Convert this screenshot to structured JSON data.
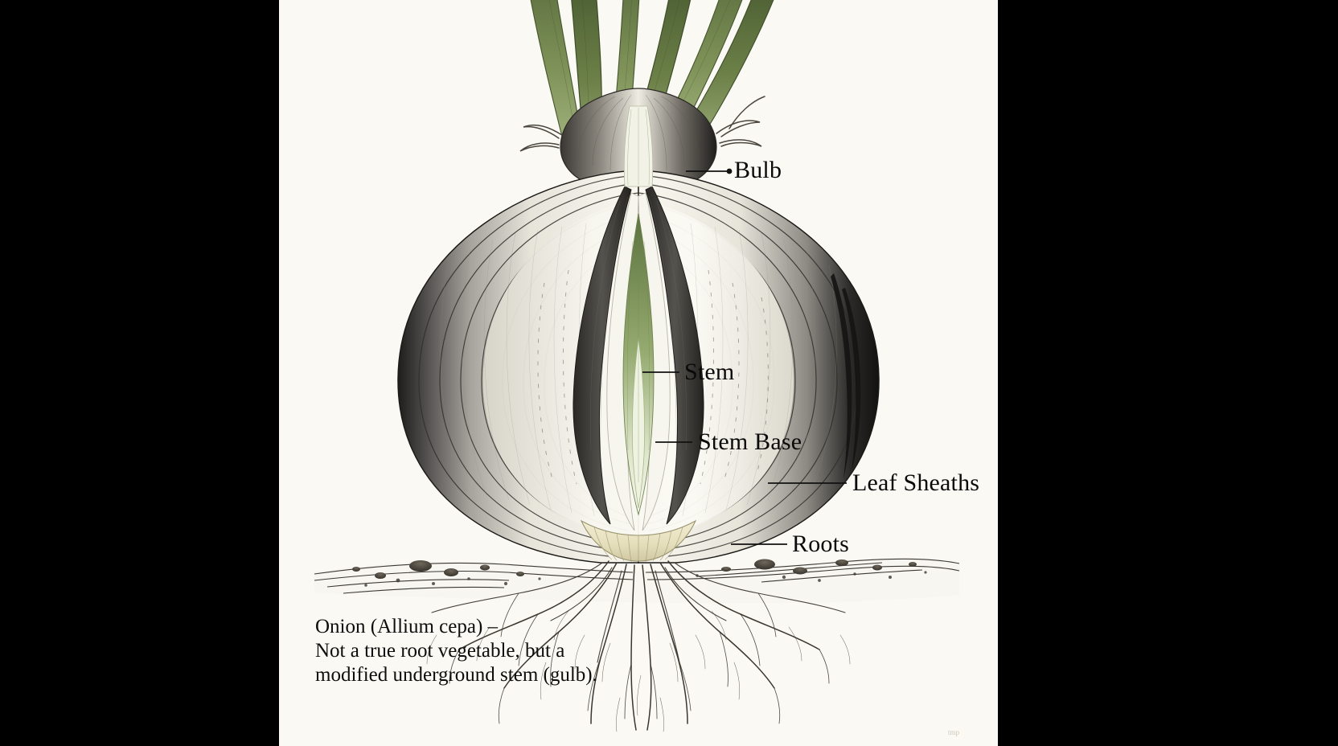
{
  "figure": {
    "subject": "Onion (Allium cepa) botanical cross-section illustration",
    "background_color": "#faf9f3",
    "letterbox_color": "#000000",
    "ink_color": "#1a1a1a",
    "leaf_green": "#6b7f4b",
    "basal_plate_color": "#e8e2bd"
  },
  "labels": [
    {
      "id": "bulb",
      "text": "Bulb"
    },
    {
      "id": "stem",
      "text": "Stem"
    },
    {
      "id": "stem_base",
      "text": "Stem Base"
    },
    {
      "id": "leaf_sheaths",
      "text": "Leaf Sheaths"
    },
    {
      "id": "roots",
      "text": "Roots"
    }
  ],
  "caption": {
    "line1": "Onion (Allium cepa) –",
    "line2": "Not a true root vegetable, but a",
    "line3": "modified underground stem (gulb)."
  }
}
